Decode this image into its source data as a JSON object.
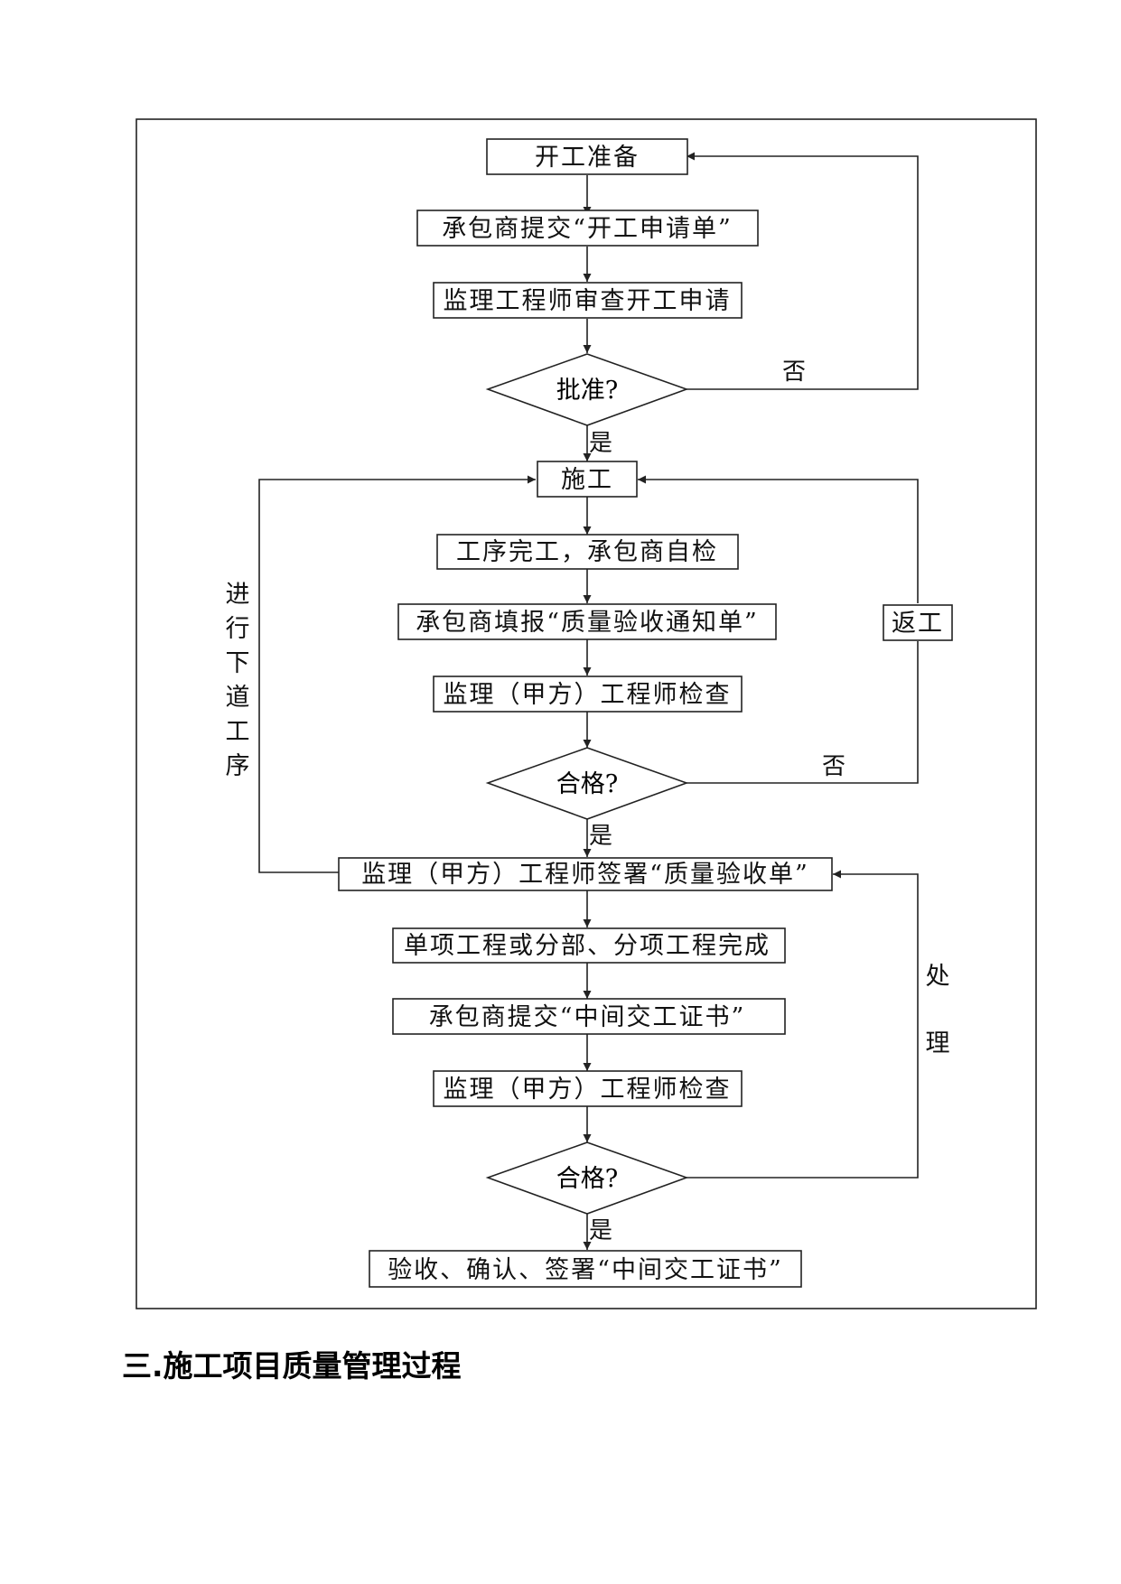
{
  "nodes": {
    "start_prep": "开工准备",
    "submit_start_application": "承包商提交“开工申请单”",
    "engineer_review_start": "监理工程师审查开工申请",
    "approved_q": "批准?",
    "construction": "施工",
    "process_complete_selfcheck": "工序完工，承包商自检",
    "fill_acceptance_notice": "承包商填报“质量验收通知单”",
    "engineer_inspect_1": "监理（甲方）工程师检查",
    "qualified_q_1": "合格?",
    "sign_quality_acceptance": "监理（甲方）工程师签署“质量验收单”",
    "subitem_complete": "单项工程或分部、分项工程完成",
    "submit_interim_certificate": "承包商提交“中间交工证书”",
    "engineer_inspect_2": "监理（甲方）工程师检查",
    "qualified_q_2": "合格?",
    "accept_confirm_sign": "验收、确认、签署“中间交工证书”",
    "rework": "返工"
  },
  "labels": {
    "no_1": "否",
    "yes_1": "是",
    "no_2": "否",
    "yes_2": "是",
    "yes_3": "是",
    "next_process": [
      "进",
      "行",
      "下",
      "道",
      "工",
      "序"
    ],
    "handle": [
      "处",
      "理"
    ]
  },
  "section_heading": "三.施工项目质量管理过程"
}
